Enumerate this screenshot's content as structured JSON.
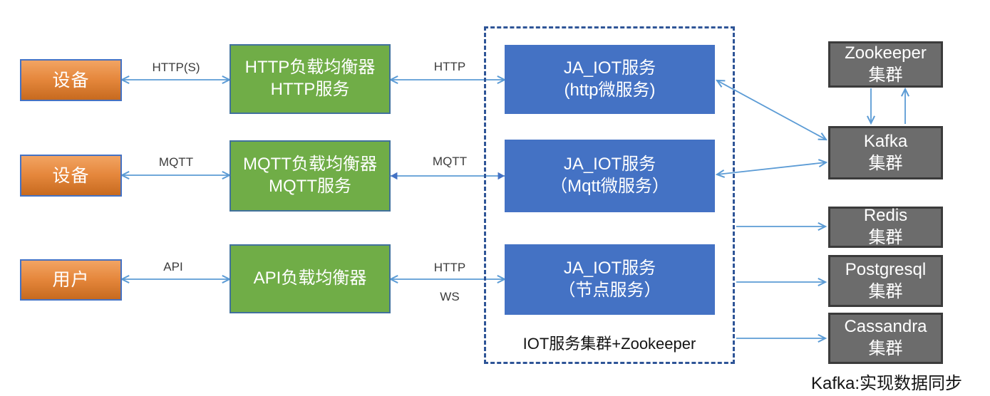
{
  "diagram": {
    "nodes": {
      "device1": {
        "label": "设备"
      },
      "device2": {
        "label": "设备"
      },
      "user": {
        "label": "用户"
      },
      "http_lb": {
        "line1": "HTTP负载均衡器",
        "line2": "HTTP服务"
      },
      "mqtt_lb": {
        "line1": "MQTT负载均衡器",
        "line2": "MQTT服务"
      },
      "api_lb": {
        "line1": "API负载均衡器"
      },
      "iot_http": {
        "line1": "JA_IOT服务",
        "line2": "(http微服务)"
      },
      "iot_mqtt": {
        "line1": "JA_IOT服务",
        "line2": "（Mqtt微服务）"
      },
      "iot_node": {
        "line1": "JA_IOT服务",
        "line2": "（节点服务）"
      },
      "zookeeper": {
        "line1": "Zookeeper",
        "line2": "集群"
      },
      "kafka": {
        "line1": "Kafka",
        "line2": "集群"
      },
      "redis": {
        "line1": "Redis",
        "line2": "集群"
      },
      "postgresql": {
        "line1": "Postgresql",
        "line2": "集群"
      },
      "cassandra": {
        "line1": "Cassandra",
        "line2": "集群"
      }
    },
    "cluster_box": {
      "label": "IOT服务集群+Zookeeper"
    },
    "edge_labels": {
      "device1_http_lb": "HTTP(S)",
      "http_lb_iot_http": "HTTP",
      "device2_mqtt_lb": "MQTT",
      "mqtt_lb_iot_mqtt": "MQTT",
      "user_api_lb": "API",
      "api_lb_iot_node_http": "HTTP",
      "api_lb_iot_node_ws": "WS"
    },
    "footnote": "Kafka:实现数据同步",
    "colors": {
      "orange_box": "#E5873C",
      "orange_border": "#4472C4",
      "green_box": "#70AD47",
      "green_border": "#41719C",
      "blue_box": "#4472C4",
      "gray_box": "#6C6C6C",
      "gray_border": "#3B3B3B",
      "dashed_border": "#2F5597",
      "arrow_line": "#5B9BD5",
      "arrow_filled_head": "#4472C4",
      "label_text": "#3B3B3B"
    }
  }
}
